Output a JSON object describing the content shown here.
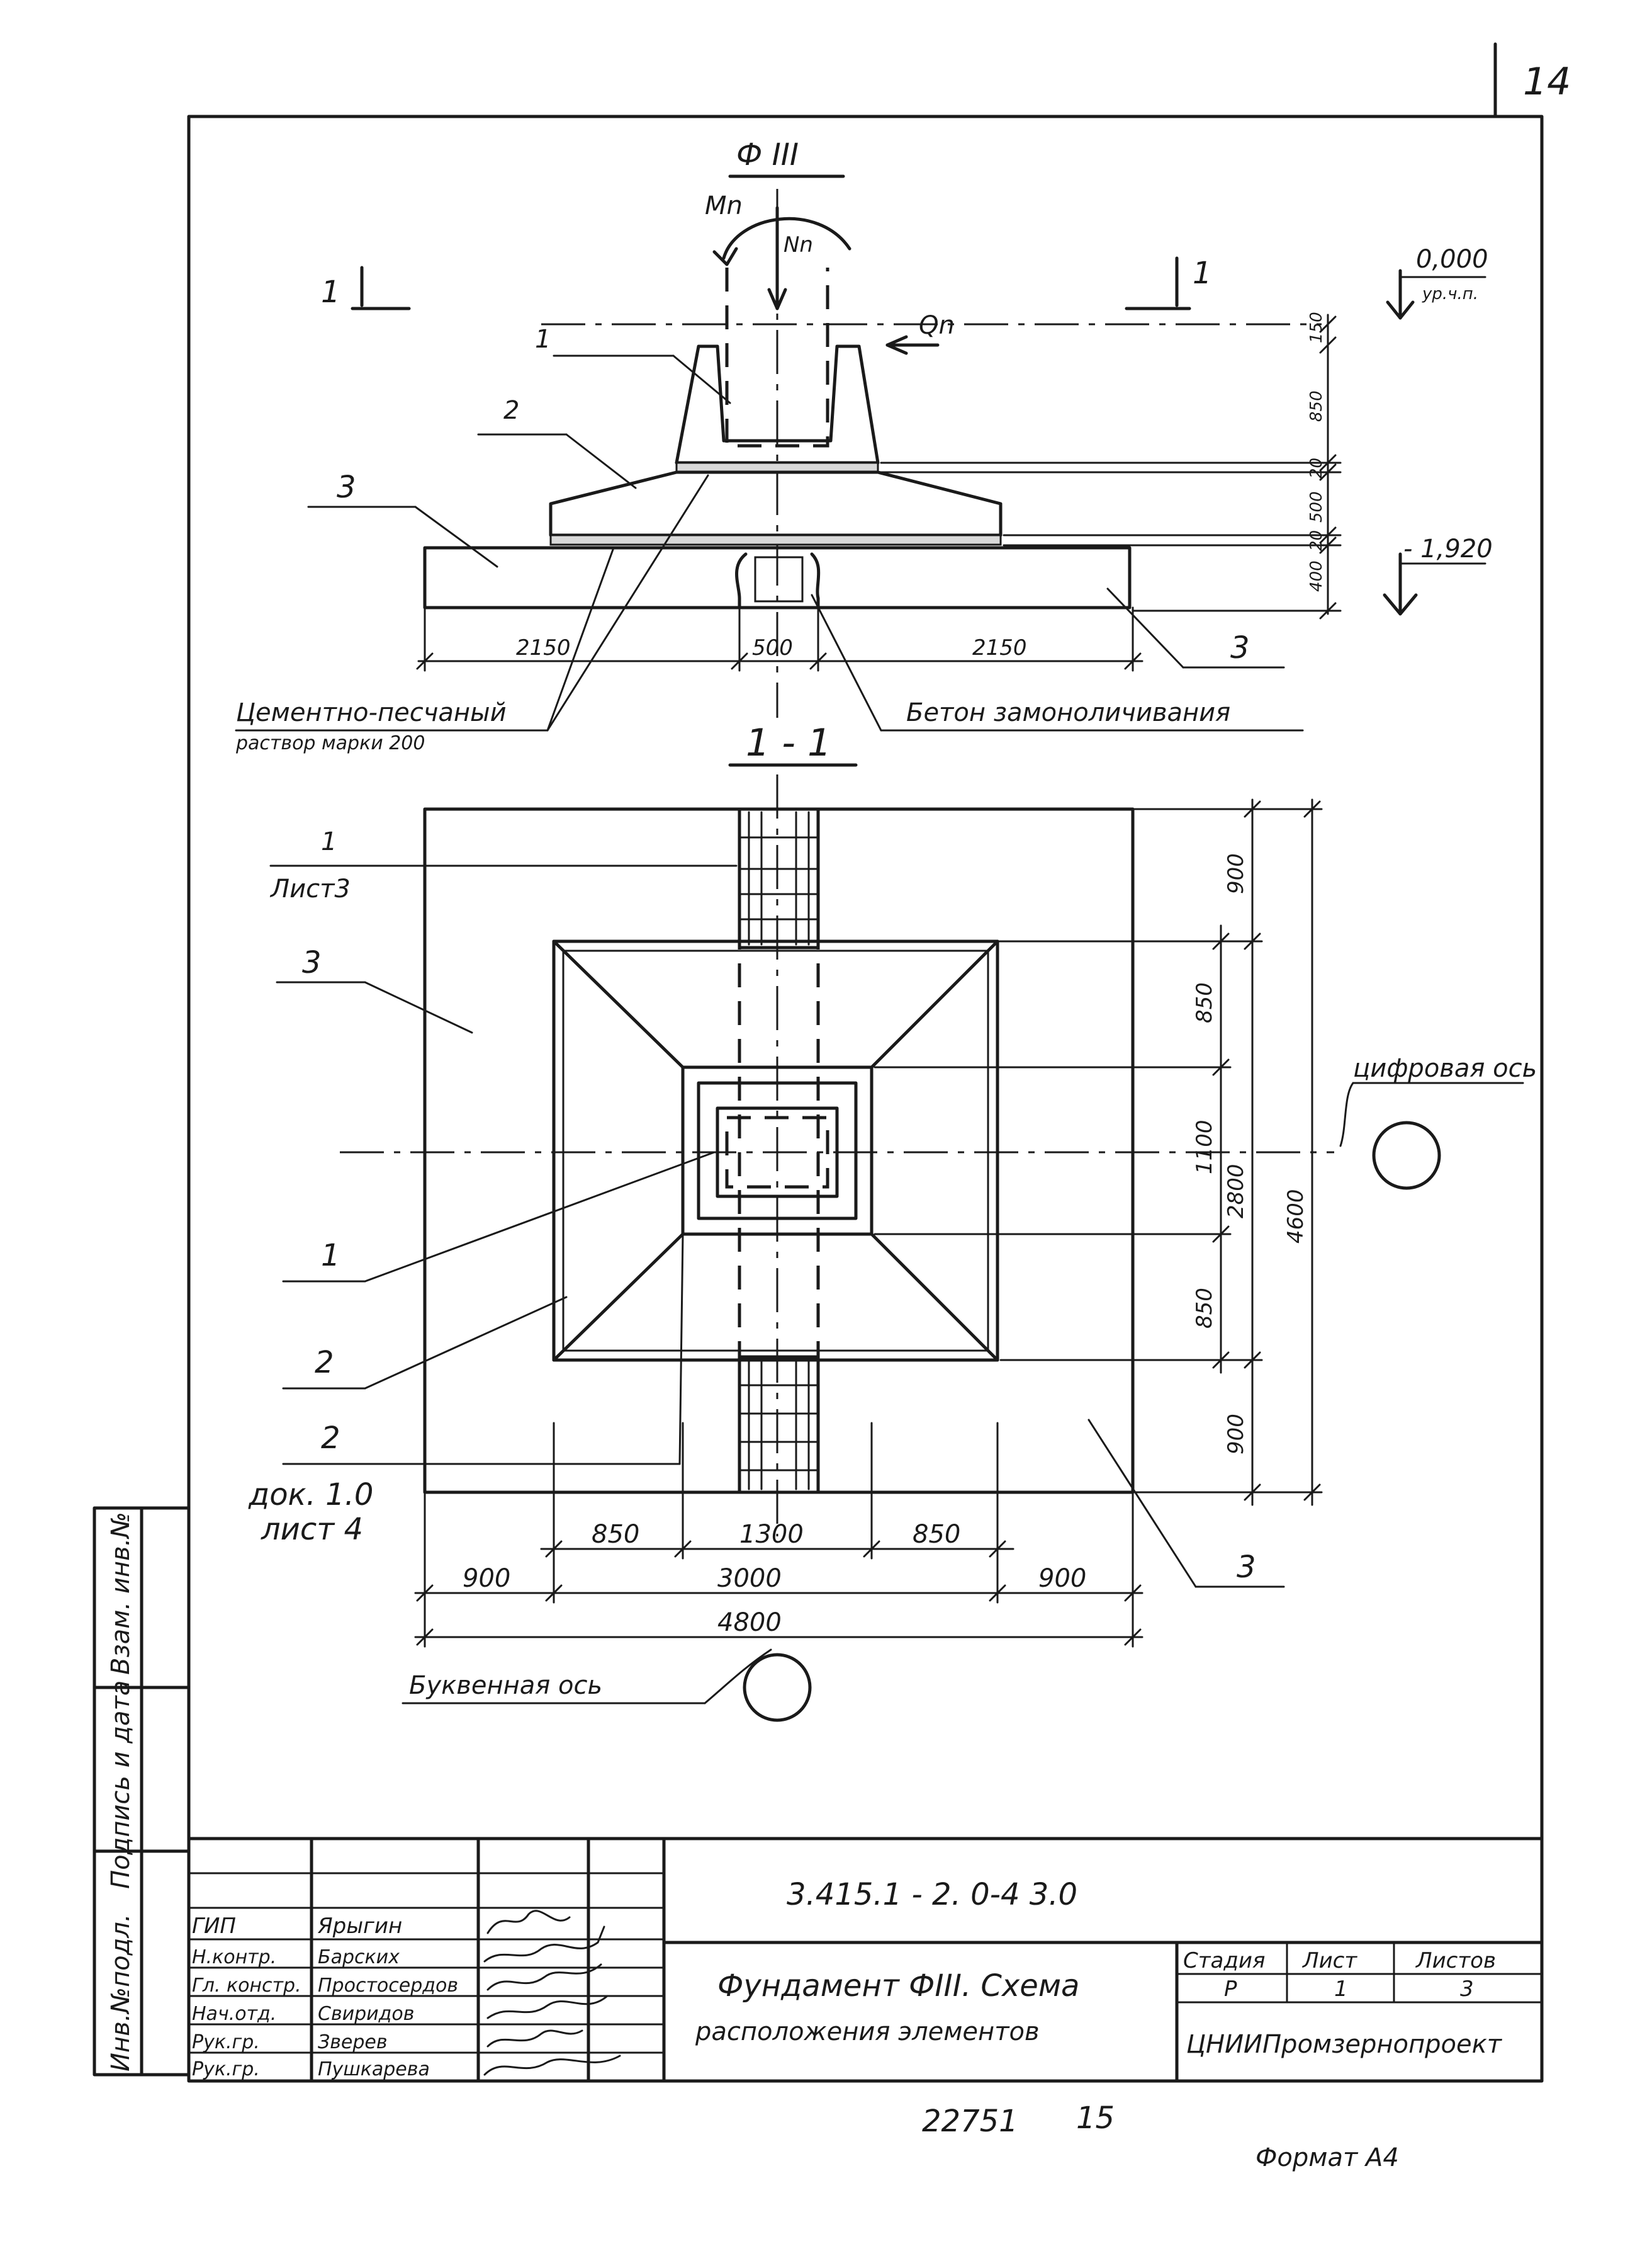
{
  "sheet_number": "14",
  "view_title": "Ф III",
  "section_title": "1 - 1",
  "loads": {
    "moment": "Mn",
    "axial": "Nn",
    "shear": "Qn"
  },
  "section_marks": [
    "1",
    "1"
  ],
  "levels": {
    "top": "0,000",
    "top_note": "ур.ч.п.",
    "bottom": "- 1,920"
  },
  "elevation_dims": {
    "vertical": [
      "150",
      "850",
      "20",
      "500",
      "20",
      "400"
    ],
    "horizontal": [
      "2150",
      "500",
      "2150"
    ]
  },
  "elevation_callouts": {
    "item1": "1",
    "item2": "2",
    "item3_left": "3",
    "item3_right": "3"
  },
  "notes": {
    "grout_line1": "Цементно-песчаный",
    "grout_line2": "раствор марки 200",
    "concrete": "Бетон замоноличивания",
    "digital_axis": "цифровая ось",
    "letter_axis": "Буквенная ось"
  },
  "plan_callouts": {
    "ref1": "1",
    "ref1_sheet": "Лист3",
    "item3_top": "3",
    "item1": "1",
    "item2": "2",
    "ref2": "2",
    "ref2_doc": "док. 1.0",
    "ref2_sheet": "лист 4",
    "item3_bottom": "3"
  },
  "plan_dims": {
    "right_inner": [
      "850",
      "1100",
      "850"
    ],
    "right_mid": [
      "900",
      "2800",
      "900"
    ],
    "right_total": "4600",
    "bottom_inner": [
      "850",
      "1300",
      "850"
    ],
    "bottom_mid": [
      "900",
      "3000",
      "900"
    ],
    "bottom_total": "4800"
  },
  "side_stamp": [
    "Инв.№подл.",
    "Подпись и дата",
    "Взам. инв.№"
  ],
  "title_block": {
    "doc_code": "3.415.1 - 2. 0-4 3.0",
    "title_line1": "Фундамент ФIII. Схема",
    "title_line2": "расположения элементов",
    "roles": [
      "ГИП",
      "Н.контр.",
      "Гл. констр.",
      "Нач.отд.",
      "Рук.гр.",
      "Рук.гр."
    ],
    "names": [
      "Ярыгин",
      "Барских",
      "Простосердов",
      "Свиридов",
      "Зверев",
      "Пушкарева"
    ],
    "stage_label": "Стадия",
    "sheet_label": "Лист",
    "sheets_label": "Листов",
    "stage": "Р",
    "sheet": "1",
    "sheets": "3",
    "org": "ЦНИИПромзернопроект"
  },
  "footer": {
    "inventory": "22751",
    "page": "15",
    "format": "Формат А4"
  }
}
